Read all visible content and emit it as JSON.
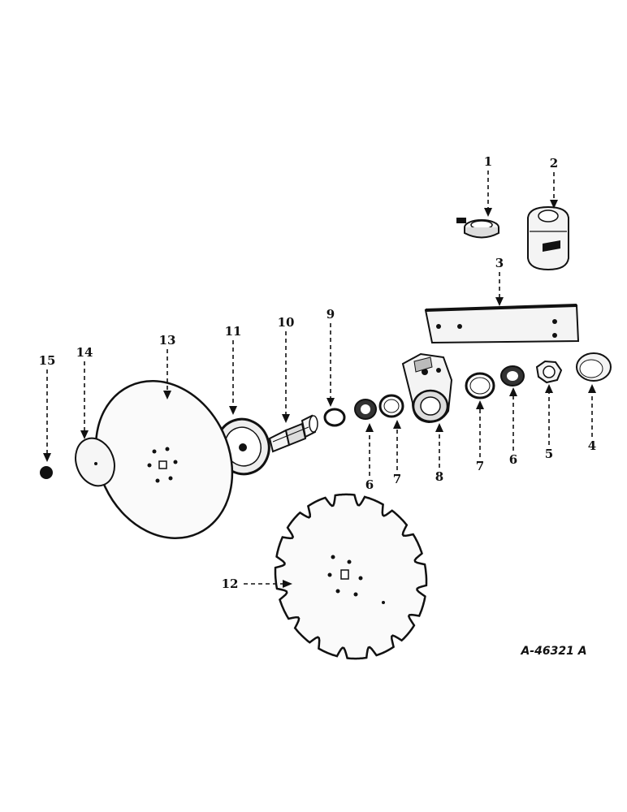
{
  "diagram": {
    "drawing_code": "A-46321 A",
    "callouts": [
      {
        "id": "c1",
        "label": "1"
      },
      {
        "id": "c2",
        "label": "2"
      },
      {
        "id": "c3",
        "label": "3"
      },
      {
        "id": "c4",
        "label": "4"
      },
      {
        "id": "c5",
        "label": "5"
      },
      {
        "id": "c6a",
        "label": "6"
      },
      {
        "id": "c6b",
        "label": "6"
      },
      {
        "id": "c7a",
        "label": "7"
      },
      {
        "id": "c7b",
        "label": "7"
      },
      {
        "id": "c8",
        "label": "8"
      },
      {
        "id": "c9",
        "label": "9"
      },
      {
        "id": "c10",
        "label": "10"
      },
      {
        "id": "c11",
        "label": "11"
      },
      {
        "id": "c12",
        "label": "12"
      },
      {
        "id": "c13",
        "label": "13"
      },
      {
        "id": "c14",
        "label": "14"
      },
      {
        "id": "c15",
        "label": "15"
      }
    ]
  }
}
